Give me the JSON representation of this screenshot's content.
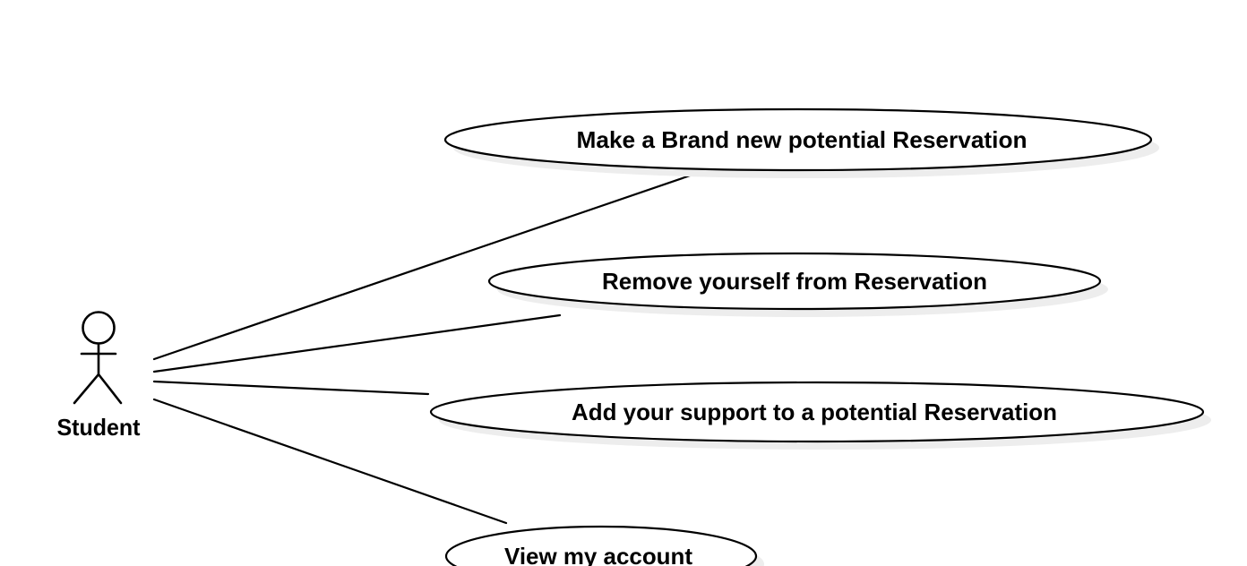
{
  "diagram": {
    "kind": "uml-use-case-diagram",
    "colors": {
      "background": "#ffffff",
      "stroke": "#000000",
      "ellipse_fill": "#ffffff",
      "shadow": "#ededed"
    },
    "actor": {
      "label": "Student"
    },
    "use_cases": [
      {
        "label": "Make a Brand new potential Reservation"
      },
      {
        "label": "Remove yourself from Reservation"
      },
      {
        "label": "Add your support to a potential Reservation"
      },
      {
        "label": "View my account"
      }
    ],
    "associations": [
      {
        "from": "Student",
        "to": "Make a Brand new potential Reservation"
      },
      {
        "from": "Student",
        "to": "Remove yourself from Reservation"
      },
      {
        "from": "Student",
        "to": "Add your support to a potential Reservation"
      },
      {
        "from": "Student",
        "to": "View my account"
      }
    ]
  }
}
